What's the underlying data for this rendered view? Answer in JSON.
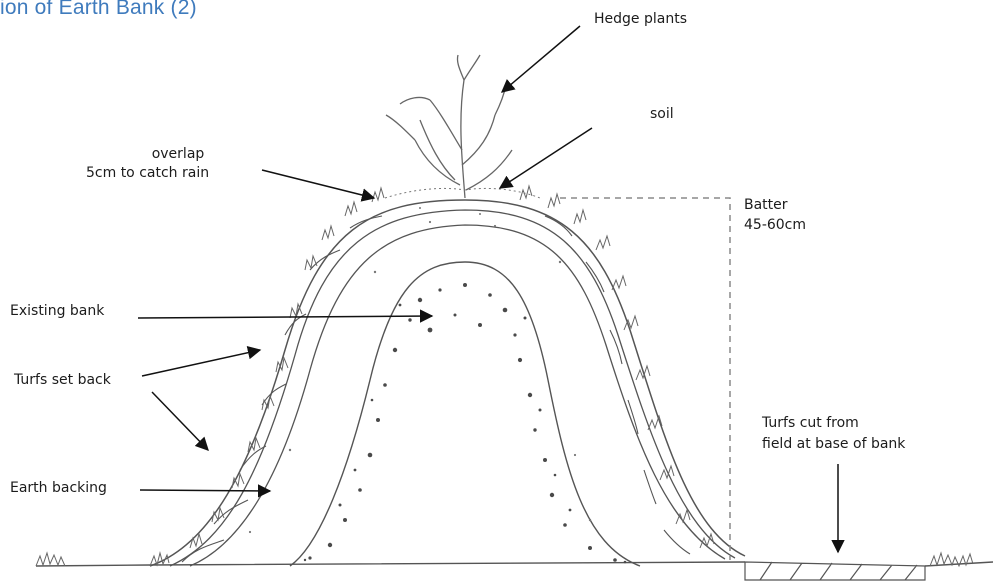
{
  "title": "ion of Earth Bank (2)",
  "labels": {
    "hedge_plants": "Hedge plants",
    "soil": "soil",
    "overlap_line1": "overlap",
    "overlap_line2": "5cm to catch rain",
    "batter_line1": "Batter",
    "batter_line2": "45-60cm",
    "existing_bank": "Existing bank",
    "turfs_set_back": "Turfs set back",
    "earth_backing": "Earth backing",
    "turfs_cut_line1": "Turfs cut from",
    "turfs_cut_line2": "field at base of bank"
  },
  "colors": {
    "title": "#3f7bbd",
    "line": "#555555",
    "arrow": "#111111",
    "speckle": "#4a4a4a",
    "dashed": "#8a8a8a"
  }
}
